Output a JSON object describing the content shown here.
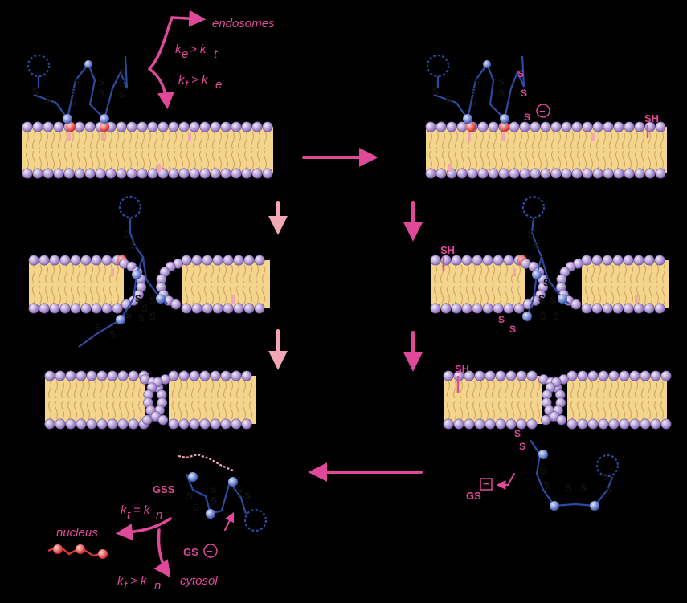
{
  "labels": {
    "endosomes": "endosomes",
    "k_e_gt_k_t": "k",
    "k_t_gt_k_e": "k",
    "nucleus": "nucleus",
    "cytosol": "cytosol",
    "k_t_gt_k_n": "k",
    "k_t_eq_k_n": "k",
    "sh": "SH",
    "gss": "GSS",
    "gs": "GS",
    "s": "S",
    "minus": "−"
  },
  "colors": {
    "background": "#000000",
    "membrane_fill": "#f3d58e",
    "lipid_head": "#b49ad2",
    "lipid_head_stroke": "#6a4d97",
    "accent": "#e0489a",
    "arrow_light": "#f2a7b4",
    "polymer_blue": "#2e4aa0",
    "ball_blue": "#5a73c8",
    "ball_red": "#e63a3a"
  }
}
